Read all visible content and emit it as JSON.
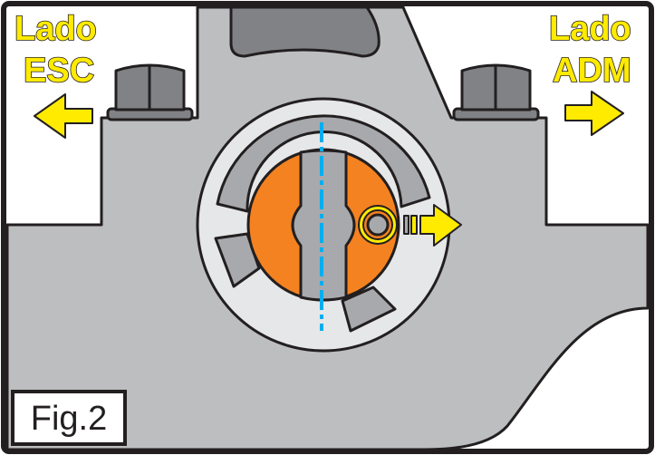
{
  "labels": {
    "left_side": {
      "line1": "Lado",
      "line2": "ESC"
    },
    "right_side": {
      "line1": "Lado",
      "line2": "ADM"
    },
    "figure": "Fig.2"
  },
  "colors": {
    "body_gray": "#bcbec0",
    "dark_gray": "#808285",
    "light_gray": "#e6e7e8",
    "orange": "#f58220",
    "yellow": "#ffeb00",
    "centerline_blue": "#00aeef",
    "outline": "#231f20"
  }
}
